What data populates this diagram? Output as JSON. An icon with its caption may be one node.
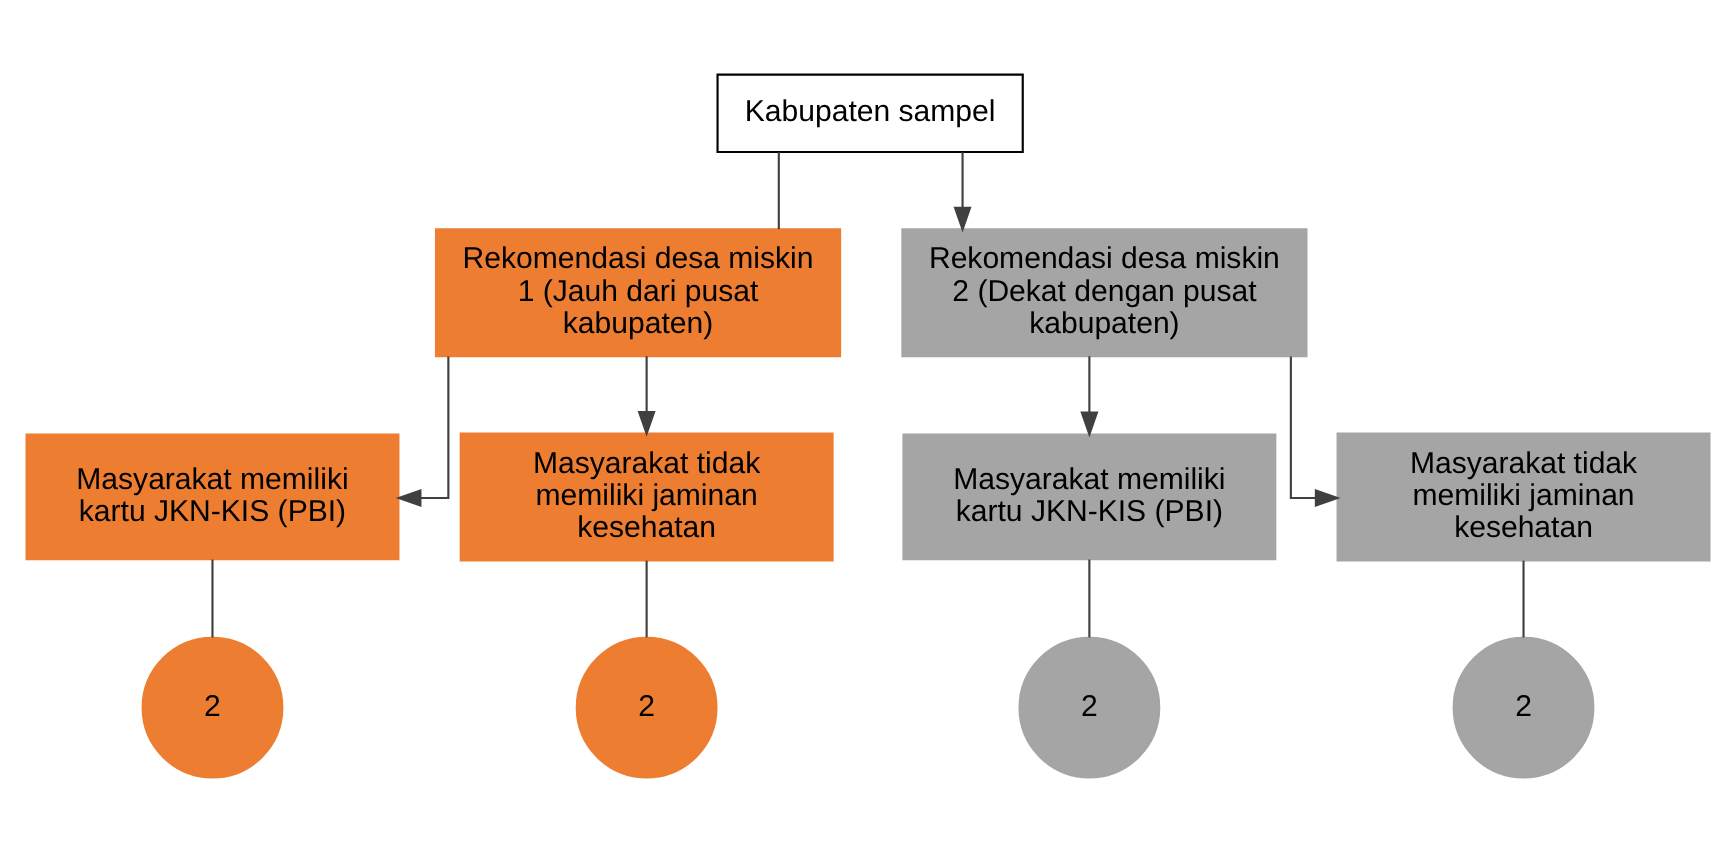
{
  "diagram": {
    "nodes": [
      {
        "text": [
          "Kabupaten sampel"
        ]
      },
      {
        "text": [
          "Rekomendasi desa miskin 1 (Jauh dari pusat kabupaten)"
        ]
      },
      {
        "text": [
          "Rekomendasi desa miskin 2 (Dekat dengan pusat kabupaten)"
        ]
      },
      {
        "text": [
          "Masyarakat memiliki kartu JKN-KIS (PBI)"
        ]
      },
      {
        "text": [
          "Masyarakat tidak memiliki jaminan kesehatan"
        ]
      },
      {
        "text": [
          "Masyarakat memiliki kartu JKN-KIS (PBI)"
        ]
      },
      {
        "text": [
          "Masyarakat tidak memiliki jaminan kesehatan"
        ]
      },
      {
        "text": [
          "2"
        ]
      },
      {
        "text": [
          "2"
        ]
      },
      {
        "text": [
          "2"
        ]
      },
      {
        "text": [
          "2"
        ]
      }
    ],
    "edges": [
      {
        "from": 0,
        "to": 1,
        "arrow": "none"
      },
      {
        "from": 0,
        "to": 2,
        "arrow": "to"
      },
      {
        "from": 1,
        "to": 3,
        "arrow": "to"
      },
      {
        "from": 1,
        "to": 4,
        "arrow": "to"
      },
      {
        "from": 2,
        "to": 5,
        "arrow": "to"
      },
      {
        "from": 2,
        "to": 6,
        "arrow": "to"
      },
      {
        "from": 3,
        "to": 7,
        "arrow": "none"
      },
      {
        "from": 4,
        "to": 8,
        "arrow": "none"
      },
      {
        "from": 5,
        "to": 9,
        "arrow": "none"
      },
      {
        "from": 6,
        "to": 10,
        "arrow": "none"
      }
    ]
  }
}
